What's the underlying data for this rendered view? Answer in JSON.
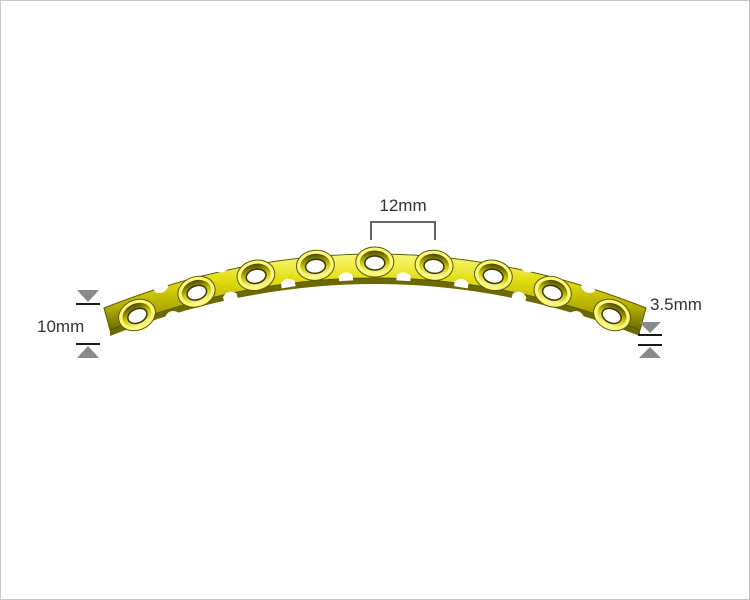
{
  "product": {
    "hole_count": 9,
    "colors": {
      "plate_light": "#f4f25a",
      "plate_mid": "#d9d300",
      "plate_dark": "#8c8a00",
      "plate_edge": "#5b5800",
      "hole_inner": "#f8f47a",
      "hole_dark": "#3a3700"
    }
  },
  "dimensions": {
    "pitch_label": "12mm",
    "width_label": "10mm",
    "thickness_label": "3.5mm",
    "arrow_color": "#8a8a8a",
    "line_color": "#1a1a1a",
    "bracket_color": "#666666"
  }
}
